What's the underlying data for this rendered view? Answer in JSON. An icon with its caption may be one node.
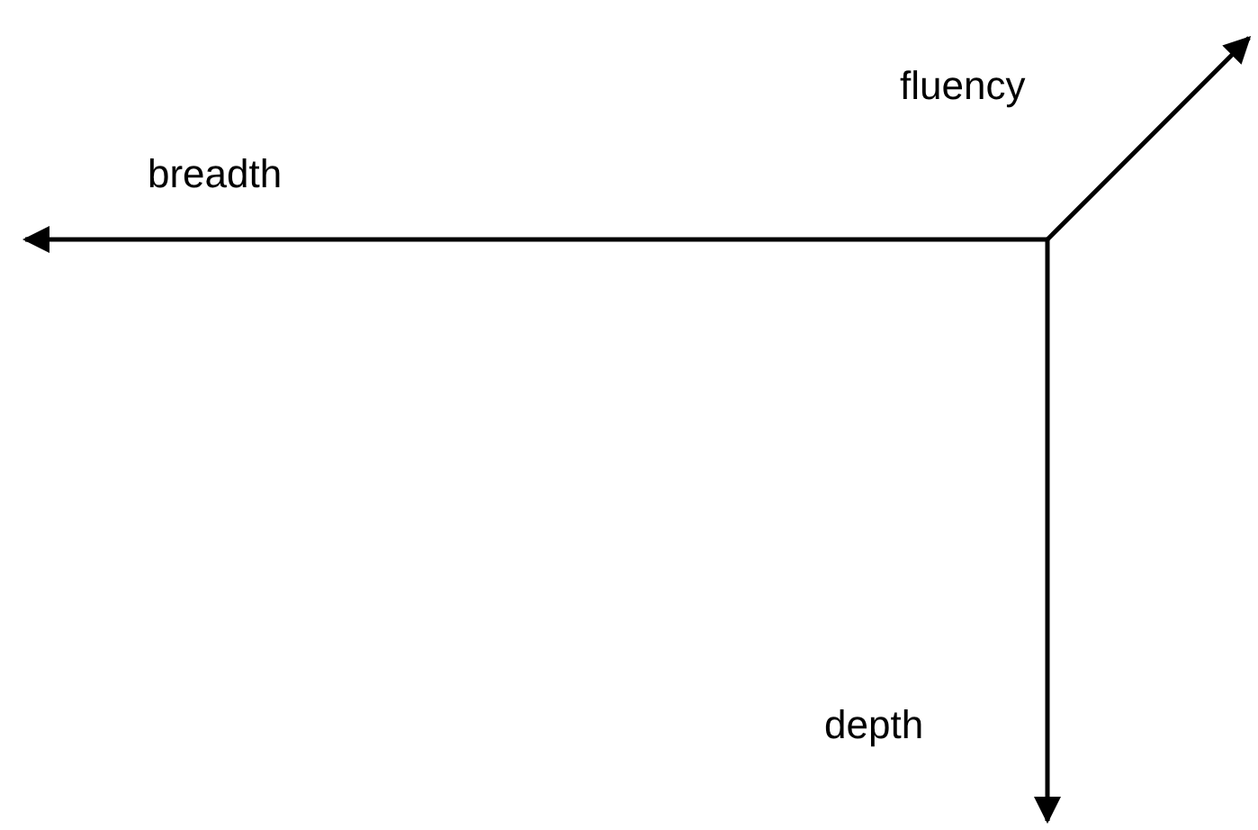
{
  "diagram": {
    "labels": [
      "fluency",
      "breadth",
      "depth"
    ]
  }
}
